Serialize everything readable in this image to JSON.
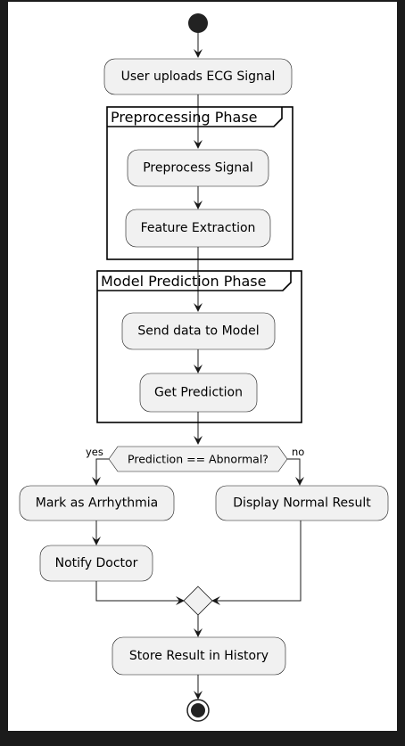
{
  "diagram": {
    "type": "activity",
    "nodes": {
      "upload": "User uploads ECG Signal",
      "preprocess": "Preprocess Signal",
      "feature": "Feature Extraction",
      "send_model": "Send data to Model",
      "get_prediction": "Get Prediction",
      "mark_arrhythmia": "Mark as Arrhythmia",
      "notify_doctor": "Notify Doctor",
      "display_normal": "Display Normal Result",
      "store_result": "Store Result in History"
    },
    "phases": {
      "preprocessing": "Preprocessing Phase",
      "model_prediction": "Model Prediction Phase"
    },
    "decision": {
      "question": "Prediction == Abnormal?",
      "yes_label": "yes",
      "no_label": "no"
    }
  }
}
